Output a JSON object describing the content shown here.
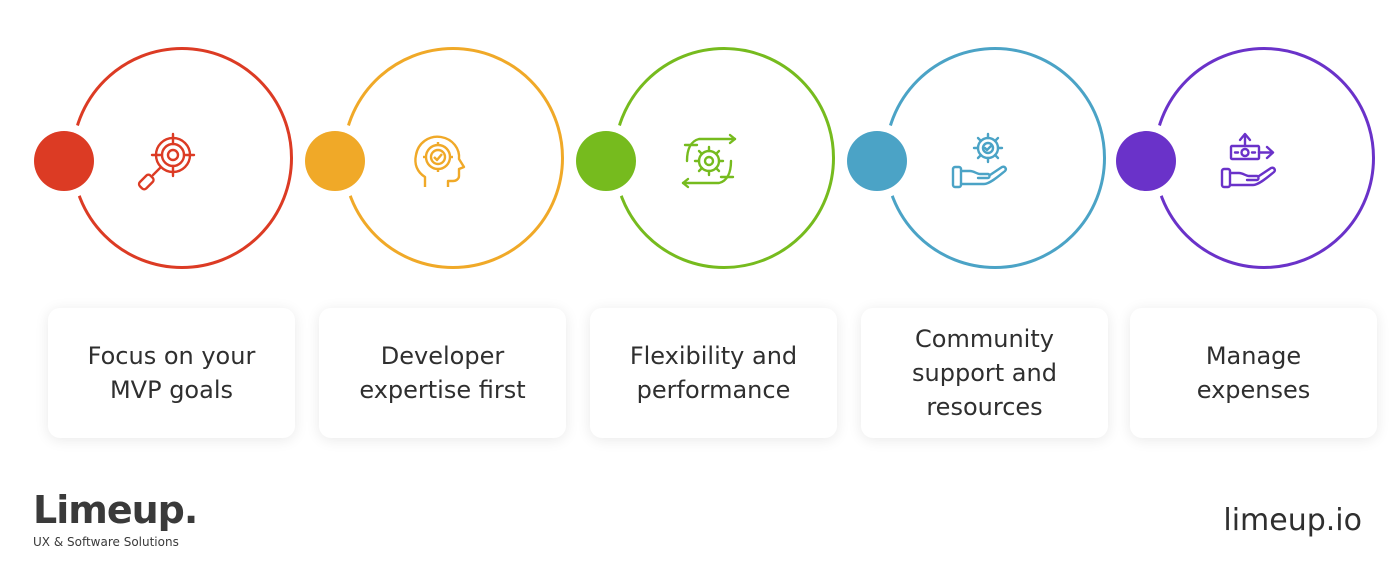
{
  "steps": [
    {
      "label": "Focus on your\nMVP goals",
      "color": "#dc3b24",
      "icon": "target-search-icon"
    },
    {
      "label": "Developer\nexpertise first",
      "color": "#f0a928",
      "icon": "head-gear-icon"
    },
    {
      "label": "Flexibility and\nperformance",
      "color": "#76bb1e",
      "icon": "gear-arrows-icon"
    },
    {
      "label": "Community\nsupport and\nresources",
      "color": "#4ba3c6",
      "icon": "hand-gear-icon"
    },
    {
      "label": "Manage\nexpenses",
      "color": "#6a32c9",
      "icon": "hand-money-icon"
    }
  ],
  "logo": {
    "name": "Limeup.",
    "tagline": "UX & Software Solutions"
  },
  "site": "limeup.io"
}
